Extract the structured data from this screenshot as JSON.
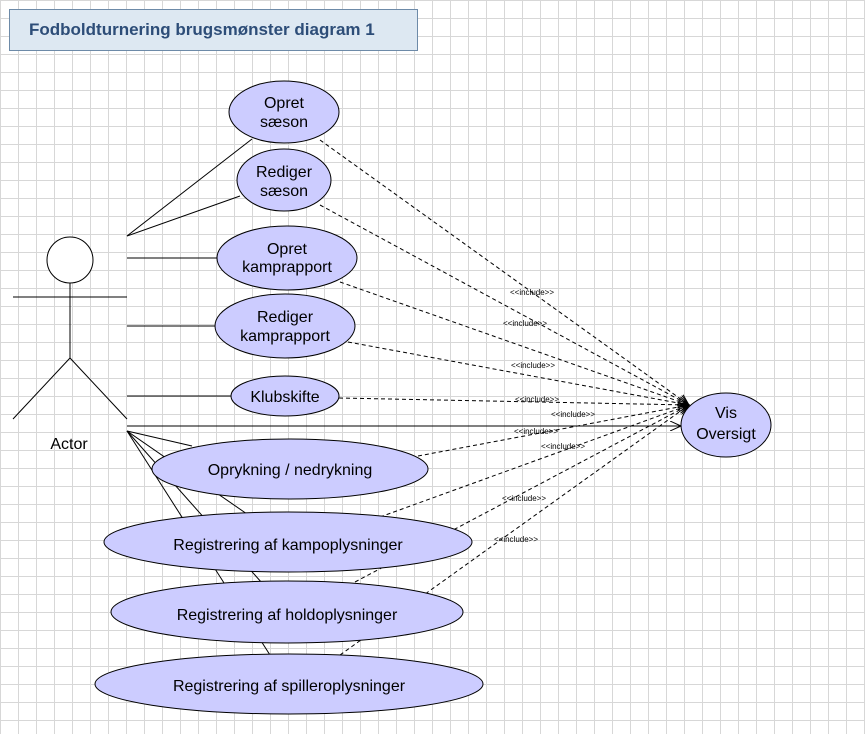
{
  "title": "Fodboldturnering brugsmønster diagram 1",
  "actor": {
    "label": "Actor"
  },
  "use_cases": [
    {
      "id": "opret-saeson",
      "lines": [
        "Opret",
        "sæson"
      ]
    },
    {
      "id": "rediger-saeson",
      "lines": [
        "Rediger",
        "sæson"
      ]
    },
    {
      "id": "opret-kamprapport",
      "lines": [
        "Opret",
        "kamprapport"
      ]
    },
    {
      "id": "rediger-kamprapport",
      "lines": [
        "Rediger",
        "kamprapport"
      ]
    },
    {
      "id": "klubskifte",
      "lines": [
        "Klubskifte"
      ]
    },
    {
      "id": "oprykning-nedrykning",
      "lines": [
        "Oprykning / nedrykning"
      ]
    },
    {
      "id": "registrering-kampoplysninger",
      "lines": [
        "Registrering af kampoplysninger"
      ]
    },
    {
      "id": "registrering-holdoplysninger",
      "lines": [
        "Registrering af holdoplysninger"
      ]
    },
    {
      "id": "registrering-spilleroplysninger",
      "lines": [
        "Registrering af spilleroplysninger"
      ]
    },
    {
      "id": "vis-oversigt",
      "lines": [
        "Vis",
        "Oversigt"
      ]
    }
  ],
  "include_label": "<<include>>",
  "colors": {
    "use_case_fill": "#ccccff",
    "stroke": "#000000",
    "title_bg": "#dde8f2",
    "title_text": "#2d4d78",
    "grid": "#d7d7d7"
  }
}
